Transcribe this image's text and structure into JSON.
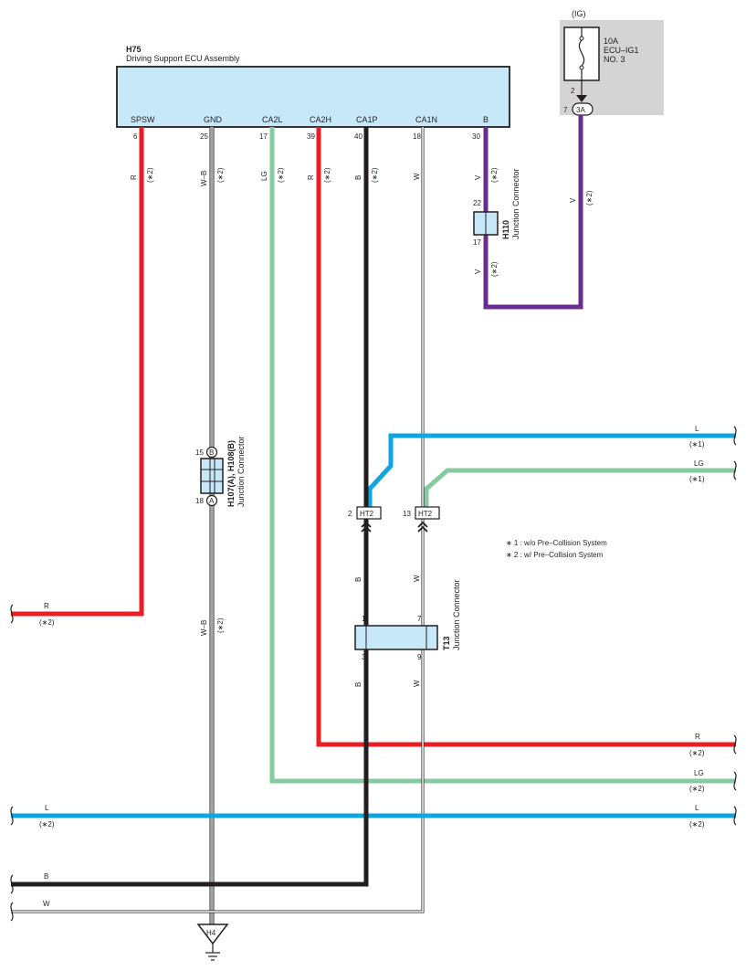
{
  "ecu": {
    "code": "H75",
    "name": "Driving Support ECU Assembly",
    "terminals": [
      "SPSW",
      "GND",
      "CA2L",
      "CA2H",
      "CA1P",
      "CA1N",
      "B"
    ],
    "pins": [
      "6",
      "25",
      "17",
      "39",
      "40",
      "18",
      "30"
    ],
    "wire_colors": [
      "R",
      "W–B",
      "LG",
      "R",
      "B",
      "W",
      "V"
    ],
    "notes": [
      "(∗2)",
      "(∗2)",
      "(∗2)",
      "(∗2)",
      "(∗2)",
      "",
      "(∗2)"
    ]
  },
  "fuse": {
    "ig": "(IG)",
    "rating": "10A",
    "name_line1": "ECU–IG1",
    "name_line2": "NO. 3",
    "pin2": "2",
    "pin7": "7",
    "connector": "3A",
    "wire": "V",
    "note": "(∗2)"
  },
  "h110": {
    "code": "H110",
    "name": "Junction Connector",
    "pin_top": "22",
    "pin_bottom": "17",
    "wire": "V",
    "note": "(∗2)"
  },
  "h107": {
    "code": "H107(A), H108(B)",
    "name": "Junction Connector",
    "pin_top": "15",
    "letter_top": "B",
    "pin_bottom": "18",
    "letter_bottom": "A",
    "wire": "W–B",
    "note": "(∗2)"
  },
  "ht2": {
    "label": "HT2",
    "pin_left": "2",
    "pin_right": "13"
  },
  "t13": {
    "code": "T13",
    "name": "Junction Connector",
    "pin1": "1",
    "pin7": "7",
    "pin3": "3",
    "pin9": "9",
    "wire_b": "B",
    "wire_w": "W"
  },
  "legend": {
    "note1": "∗ 1 : w/o Pre–Collision System",
    "note2": "∗ 2 : w/ Pre–Collision System"
  },
  "right_wires": [
    {
      "color": "L",
      "note": "(∗1)"
    },
    {
      "color": "LG",
      "note": "(∗1)"
    },
    {
      "color": "R",
      "note": "(∗2)"
    },
    {
      "color": "LG",
      "note": "(∗2)"
    },
    {
      "color": "L",
      "note": "(∗2)"
    }
  ],
  "left_wires": [
    {
      "color": "R",
      "note": "(∗2)"
    },
    {
      "color": "L",
      "note": "(∗2)"
    },
    {
      "color": "B",
      "note": ""
    },
    {
      "color": "W",
      "note": ""
    }
  ],
  "ground": {
    "label": "H4"
  },
  "colors": {
    "red": "#ed1c24",
    "black": "#231f20",
    "green": "#86cba0",
    "blue": "#0ea5e0",
    "purple": "#6b2c91",
    "connector_fill": "#c6e8f8",
    "fuse_bg": "#d4d4d4"
  }
}
